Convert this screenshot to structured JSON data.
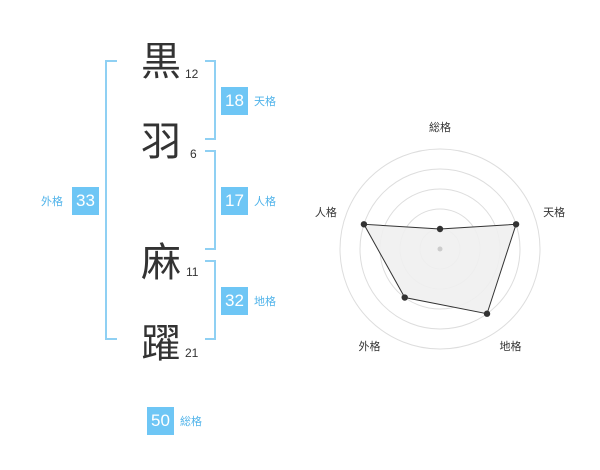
{
  "name": {
    "chars": [
      {
        "char": "黒",
        "strokes": "12"
      },
      {
        "char": "羽",
        "strokes": "6"
      },
      {
        "char": "麻",
        "strokes": "11"
      },
      {
        "char": "躍",
        "strokes": "21"
      }
    ]
  },
  "kaku": {
    "tenkaku": {
      "value": "18",
      "label": "天格"
    },
    "jinkaku": {
      "value": "17",
      "label": "人格"
    },
    "chikaku": {
      "value": "32",
      "label": "地格"
    },
    "gaikaku": {
      "value": "33",
      "label": "外格"
    },
    "soukaku": {
      "value": "50",
      "label": "総格"
    }
  },
  "colors": {
    "accent": "#6ec6f5",
    "bracket": "#8fd0f3",
    "label": "#4fb3ea",
    "text": "#333333",
    "radar_fill": "#f0f0f0",
    "radar_line": "#333333",
    "grid": "#dddddd"
  },
  "chart_data": {
    "type": "radar",
    "categories": [
      "総格",
      "天格",
      "地格",
      "外格",
      "人格"
    ],
    "values": [
      1,
      4,
      4,
      3,
      4
    ],
    "rmax": 5,
    "grid_rings": 5
  }
}
